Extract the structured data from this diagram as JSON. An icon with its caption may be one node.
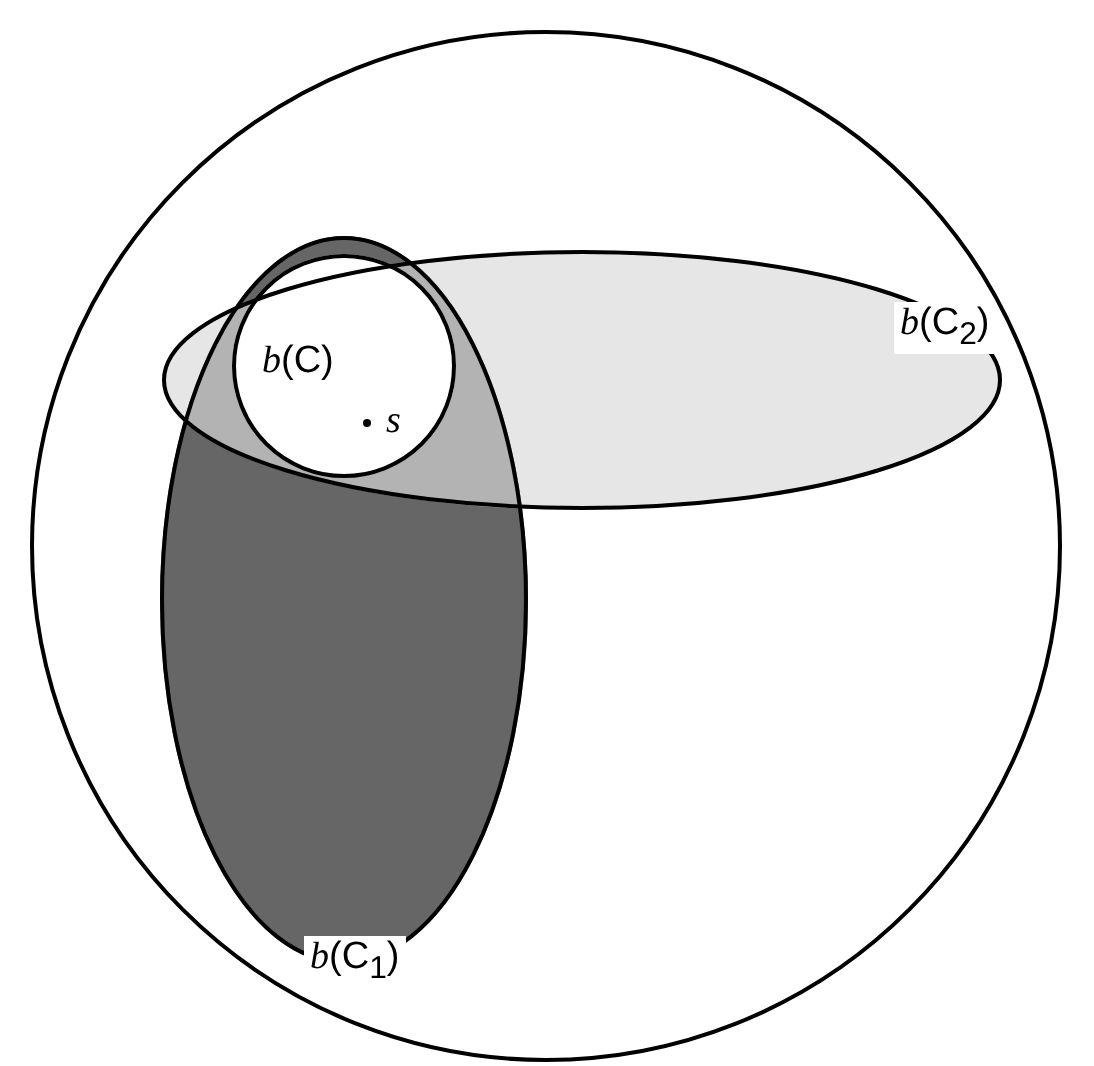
{
  "diagram": {
    "nodes": [
      {
        "text": [],
        "shape": "circle"
      },
      {
        "text": [
          "*b*(C$_{2}$)"
        ],
        "in": 0
      },
      {
        "text": [
          "*b*(C$_{1}$)"
        ],
        "in": 0
      },
      {
        "text": [
          "*b*(C)"
        ]
      }
    ],
    "labels": [
      "*s*"
    ]
  }
}
